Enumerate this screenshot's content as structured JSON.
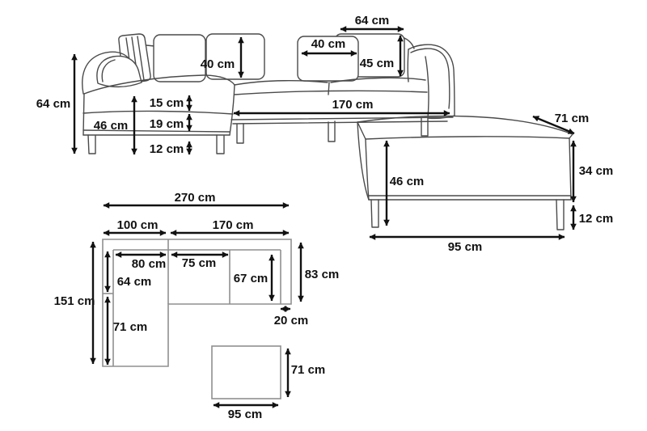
{
  "canvas": {
    "background": "#ffffff",
    "furniture_line_color": "#4a4a4a",
    "plan_line_color": "#8f8f8f",
    "dimension_color": "#111111",
    "unit": "cm"
  },
  "sofa_front": {
    "dims": {
      "overall_height": "64 cm",
      "back_cushion_height": "40 cm",
      "back_cushion_width": "40 cm",
      "corner_cushion_width": "64 cm",
      "corner_cushion_height": "45 cm",
      "seat_length": "170 cm",
      "seat_cushion_thickness": "15 cm",
      "frame_height": "19 cm",
      "seat_height": "46 cm",
      "leg_height": "12 cm"
    }
  },
  "ottoman_front": {
    "dims": {
      "depth": "71 cm",
      "height": "46 cm",
      "body_height": "34 cm",
      "leg_height": "12 cm",
      "width": "95 cm"
    }
  },
  "sofa_plan": {
    "dims": {
      "overall_width": "270 cm",
      "chaise_width": "100 cm",
      "seat_width": "170 cm",
      "chaise_depth": "151 cm",
      "chaise_seat_width": "80 cm",
      "seat_cushion_width": "75 cm",
      "backrest_depth": "64 cm",
      "chaise_seat_length": "71 cm",
      "seat_depth": "67 cm",
      "overall_depth": "83 cm",
      "armrest_width": "20 cm"
    }
  },
  "ottoman_plan": {
    "dims": {
      "depth": "71 cm",
      "width": "95 cm"
    }
  }
}
